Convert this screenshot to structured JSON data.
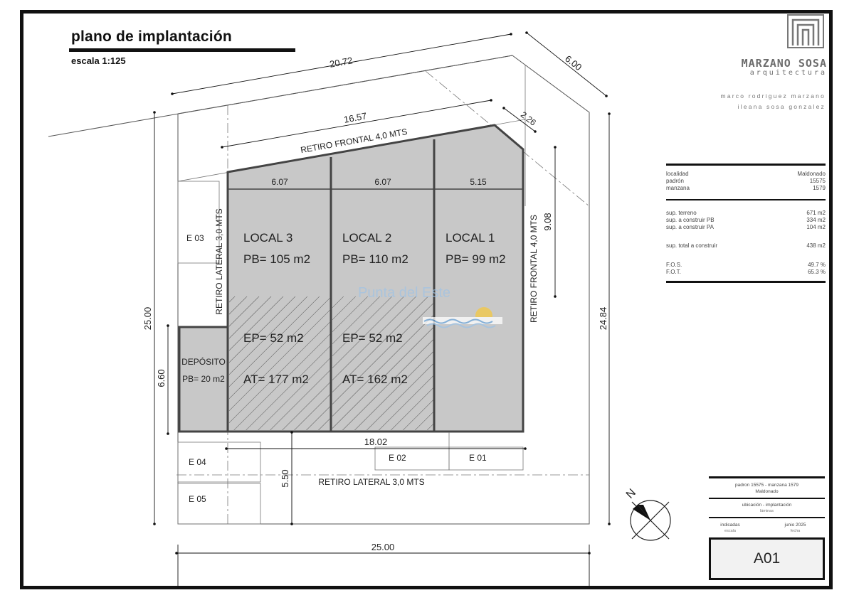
{
  "header": {
    "title": "plano de implantación",
    "scale": "escala 1:125"
  },
  "brand": {
    "name": "MARZANO SOSA",
    "subtitle": "arquitectura",
    "authors": [
      "marco rodriguez marzano",
      "ileana sosa gonzalez"
    ]
  },
  "info": {
    "location": [
      {
        "label": "localidad",
        "value": "Maldonado"
      },
      {
        "label": "padrón",
        "value": "15575"
      },
      {
        "label": "manzana",
        "value": "1579"
      }
    ],
    "areas": [
      {
        "label": "sup. terreno",
        "value": "671 m2"
      },
      {
        "label": "sup. a construir PB",
        "value": "334 m2"
      },
      {
        "label": "sup. a construir PA",
        "value": "104 m2"
      }
    ],
    "total": {
      "label": "sup. total a construir",
      "value": "438 m2"
    },
    "indices": [
      {
        "label": "F.O.S.",
        "value": "49.7 %"
      },
      {
        "label": "F.O.T.",
        "value": "65.3 %"
      }
    ]
  },
  "titleblock": {
    "line1": "padron 15575 - manzana 1579",
    "line2": "Maldonado",
    "line3": "ubicación - implantación",
    "line4": "láminas",
    "escala_value": "indicadas",
    "escala_label": "escala",
    "fecha_value": "junio 2025",
    "fecha_label": "fecha",
    "sheet": "A01"
  },
  "plan": {
    "dims": {
      "top_total": "20.72",
      "corner": "6.00",
      "front": "16.57",
      "chamfer": "2.26",
      "local3_w": "6.07",
      "local2_w": "6.07",
      "local1_w": "5.15",
      "right_inner": "9.08",
      "left_total": "25.00",
      "right_total": "24.84",
      "deposito_h": "6.60",
      "bottom_inner": "18.02",
      "lower_h": "5.50",
      "bottom_total": "25.00"
    },
    "setbacks": {
      "front_top": "RETIRO FRONTAL 4,0 MTS",
      "front_right": "RETIRO FRONTAL 4,0 MTS",
      "lateral_left": "RETIRO LATERAL 3,0 MTS",
      "lateral_bottom": "RETIRO LATERAL 3,0 MTS"
    },
    "locals": [
      {
        "name": "LOCAL 3",
        "pb": "PB= 105 m2",
        "ep": "EP= 52 m2",
        "at": "AT= 177 m2"
      },
      {
        "name": "LOCAL 2",
        "pb": "PB= 110 m2",
        "ep": "EP= 52 m2",
        "at": "AT= 162 m2"
      },
      {
        "name": "LOCAL 1",
        "pb": "PB= 99 m2"
      }
    ],
    "deposito": {
      "name": "DEPÓSITO",
      "pb": "PB= 20 m2"
    },
    "parking": [
      "E 01",
      "E 02",
      "E 03",
      "E 04",
      "E 05"
    ],
    "north": "N",
    "watermark": "Punta del Este"
  },
  "colors": {
    "building_fill": "#c8c8c8",
    "outline": "#444444",
    "line": "#555555"
  }
}
